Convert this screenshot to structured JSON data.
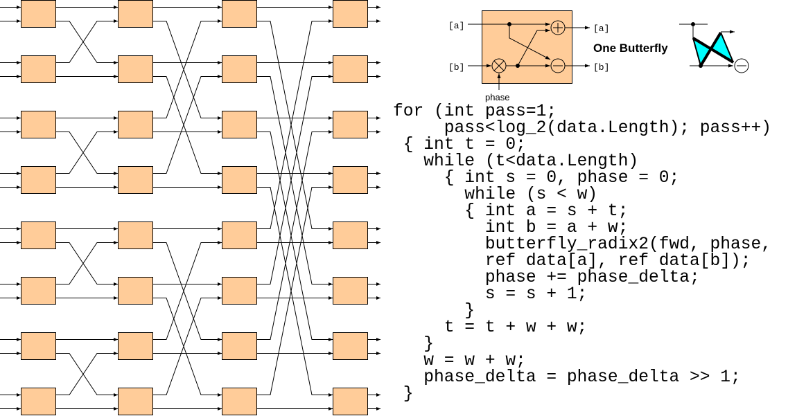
{
  "diagram": {
    "title": "Radix-2 FFT butterfly network",
    "stages": 4,
    "butterflies_per_stage": 8,
    "box_fill": "#FFCC99",
    "line_color": "#000000",
    "connections": [
      {
        "stage": "1-2",
        "pattern": "swap bottom of box i with top of box i+1 (pairs of boxes)"
      },
      {
        "stage": "2-3",
        "pattern": "swap bottom of box i with top of box i+2 (groups of 4 boxes)"
      },
      {
        "stage": "3-4",
        "pattern": "swap bottom of box i with top of box i+4 (group of 8 boxes)"
      }
    ]
  },
  "butterfly": {
    "input_a": "[a]",
    "input_b": "[b]",
    "output_a": "[a]",
    "output_b": "[b]",
    "phase_label": "phase",
    "title": "One Butterfly",
    "adder_symbol": "+",
    "subtractor_symbol": "−",
    "multiplier_symbol": "×",
    "sketch_fill": "#00FFFF"
  },
  "code": {
    "lines": [
      "for (int pass=1;",
      "     pass<log_2(data.Length); pass++)",
      " { int t = 0;",
      "   while (t<data.Length)",
      "     { int s = 0, phase = 0;",
      "       while (s < w)",
      "       { int a = s + t;",
      "         int b = a + w;",
      "         butterfly_radix2(fwd, phase,",
      "         ref data[a], ref data[b]);",
      "         phase += phase_delta;",
      "         s = s + 1;",
      "       }",
      "     t = t + w + w;",
      "   }",
      "   w = w + w;",
      "   phase_delta = phase_delta >> 1;",
      " }"
    ]
  }
}
